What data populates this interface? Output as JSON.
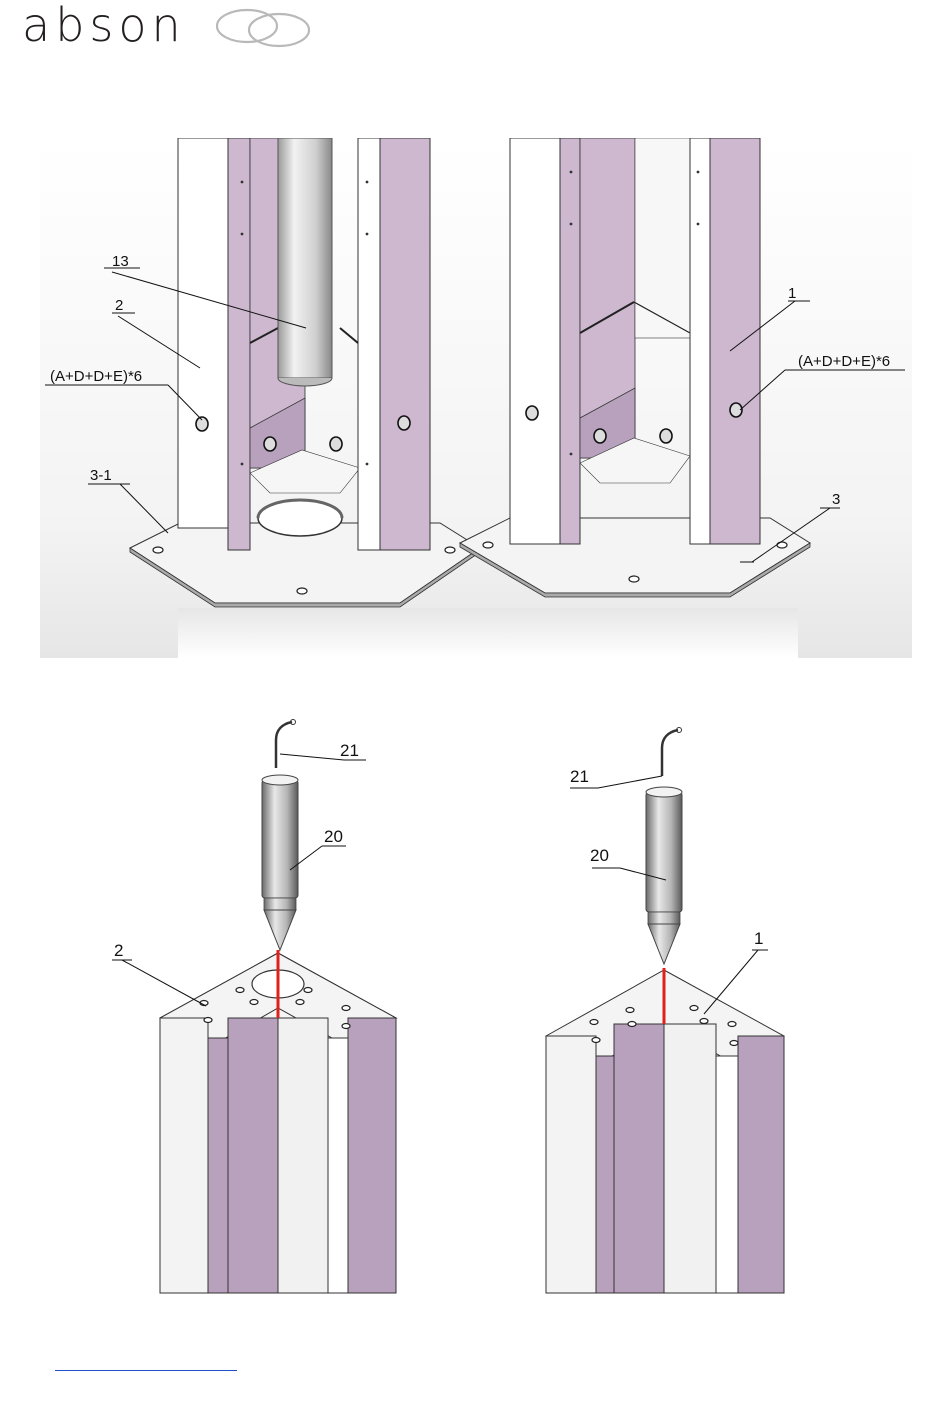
{
  "header": {
    "logo_text": "absON"
  },
  "figure_top": {
    "labels": {
      "pipe": "13",
      "left_column": "2",
      "left_bolts": "(A+D+D+E)*6",
      "left_base": "3-1",
      "right_column": "1",
      "right_bolts": "(A+D+D+E)*6",
      "right_base": "3"
    }
  },
  "figure_bottom": {
    "labels": {
      "left_cable": "21",
      "left_probe": "20",
      "left_column": "2",
      "right_cable": "21",
      "right_probe": "20",
      "right_column": "1"
    }
  },
  "colors": {
    "panel": "#cdb8cf",
    "panel_dark": "#b8a1bc",
    "highlight": "#e0201b",
    "link": "#1f4fc4"
  }
}
